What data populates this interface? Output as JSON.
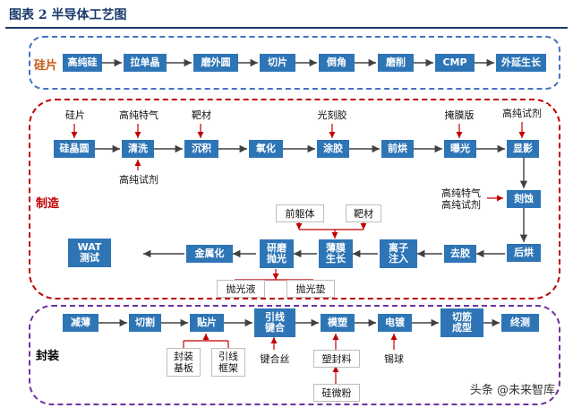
{
  "figure": {
    "title": "图表 2  半导体工艺图",
    "watermark": "头条 @未来智库"
  },
  "sections": {
    "silicon": {
      "label": "硅片",
      "steps": [
        "高纯硅",
        "拉单晶",
        "磨外圆",
        "切片",
        "倒角",
        "磨削",
        "CMP",
        "外延生长"
      ]
    },
    "manufacturing": {
      "label": "制造",
      "row1": [
        "硅晶圆",
        "清洗",
        "沉积",
        "氧化",
        "涂胶",
        "前烘",
        "曝光",
        "显影"
      ],
      "row1_inputs_top": {
        "wafer": "硅片",
        "clean": "高纯特气",
        "deposit": "靶材",
        "coat": "光刻胶",
        "expose": "掩膜版",
        "develop": "高纯试剂"
      },
      "clean_input_bottom": "高纯试剂",
      "etch": "刻蚀",
      "etch_input": "高纯特气\n高纯试剂",
      "postbake": "后烘",
      "row3": [
        "WAT\n测试",
        "金属化",
        "研磨\n抛光",
        "薄膜\n生长",
        "离子\n注入",
        "去胶"
      ],
      "film_inputs": [
        "前躯体",
        "靶材"
      ],
      "polish_inputs": [
        "抛光液",
        "抛光垫"
      ]
    },
    "packaging": {
      "label": "封装",
      "steps": [
        "减薄",
        "切割",
        "贴片",
        "引线\n键合",
        "模塑",
        "电镀",
        "切筋\n成型",
        "终测"
      ],
      "inputs": {
        "substrate": "封装\n基板",
        "frame": "引线\n框架",
        "bond_wire": "键合丝",
        "molding": "塑封料",
        "silica": "硅微粉",
        "tin": "锡球"
      }
    }
  },
  "colors": {
    "box": "#2e75b6",
    "silicon_border": "#4472c4",
    "silicon_label": "#c55a11",
    "manufacturing_border": "#c00000",
    "manufacturing_label": "#c00000",
    "packaging_border": "#7030a0",
    "packaging_label": "#000000",
    "flow_arrow": "#404040",
    "input_arrow": "#c00000"
  }
}
